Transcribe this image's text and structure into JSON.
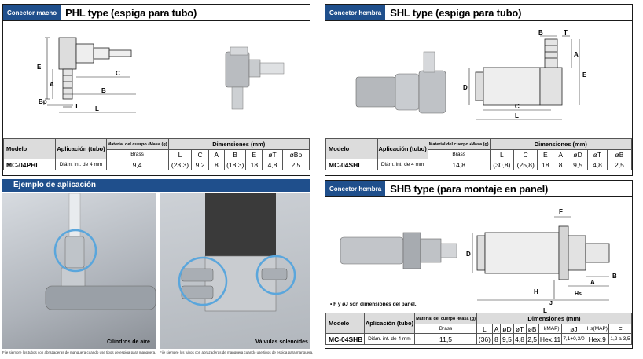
{
  "phl": {
    "badge": "Conector macho",
    "title": "PHL type (espiga para tubo)",
    "dims": {
      "E": "E",
      "A": "A",
      "C": "C",
      "B": "B",
      "Bp": "Bp",
      "T": "T",
      "L": "L"
    },
    "table": {
      "modelo": "Modelo",
      "aplicacion": "Aplicación (tubo)",
      "material": "Material del cuerpo •Masa (g)",
      "dimensiones": "Dimensiones (mm)",
      "brass": "Brass",
      "cols": [
        "L",
        "C",
        "A",
        "B",
        "E",
        "øT",
        "øBp"
      ],
      "row": {
        "model": "MC-04PHL",
        "tube": "Diám. int. de 4 mm",
        "mass": "9,4",
        "vals": [
          "(23,3)",
          "9,2",
          "8",
          "(18,3)",
          "18",
          "4,8",
          "2,5"
        ]
      }
    }
  },
  "shl": {
    "badge": "Conector hembra",
    "title": "SHL type (espiga para tubo)",
    "dims": {
      "B": "B",
      "T": "T",
      "A": "A",
      "D": "D",
      "E": "E",
      "C": "C",
      "L": "L"
    },
    "table": {
      "modelo": "Modelo",
      "aplicacion": "Aplicación (tubo)",
      "material": "Material del cuerpo •Masa (g)",
      "dimensiones": "Dimensiones (mm)",
      "brass": "Brass",
      "cols": [
        "L",
        "C",
        "E",
        "A",
        "øD",
        "øT",
        "øB"
      ],
      "row": {
        "model": "MC-04SHL",
        "tube": "Diám. int. de 4 mm",
        "mass": "14,8",
        "vals": [
          "(30,8)",
          "(25,8)",
          "18",
          "8",
          "9,5",
          "4,8",
          "2,5"
        ]
      }
    }
  },
  "app": {
    "title": "Ejemplo de aplicación",
    "photo1": {
      "caption": "Cilindros de aire",
      "foot": "Fije siempre los tubos con abrazaderas de manguera cuando use tipos de espiga para manguera."
    },
    "photo2": {
      "caption": "Válvulas solenoides",
      "foot": "Fije siempre los tubos con abrazaderas de manguera cuando use tipos de espiga para manguera."
    }
  },
  "shb": {
    "badge": "Conector hembra",
    "title": "SHB type (para montaje en panel)",
    "dims": {
      "F": "F",
      "D": "D",
      "B": "B",
      "A": "A",
      "Hs": "Hs",
      "H": "H",
      "J": "J",
      "L": "L"
    },
    "note": "• F y øJ son dimensiones del panel.",
    "table": {
      "modelo": "Modelo",
      "aplicacion": "Aplicación (tubo)",
      "material": "Material del cuerpo •Masa (g)",
      "dimensiones": "Dimensiones (mm)",
      "brass": "Brass",
      "cols": [
        "L",
        "A",
        "øD",
        "øT",
        "øB",
        "H(MAP)",
        "øJ",
        "Hs(MAP)",
        "F"
      ],
      "row": {
        "model": "MC-04SHB",
        "tube": "Diám. int. de 4 mm",
        "mass": "11,5",
        "vals": [
          "(36)",
          "8",
          "9,5",
          "4,8",
          "2,5",
          "Hex.11",
          "7,1+0,3/0",
          "Hex.9",
          "1,2 a 3,5"
        ]
      }
    }
  },
  "colors": {
    "header_blue": "#1f4f8c",
    "table_header_grey": "#dcdcdc"
  }
}
